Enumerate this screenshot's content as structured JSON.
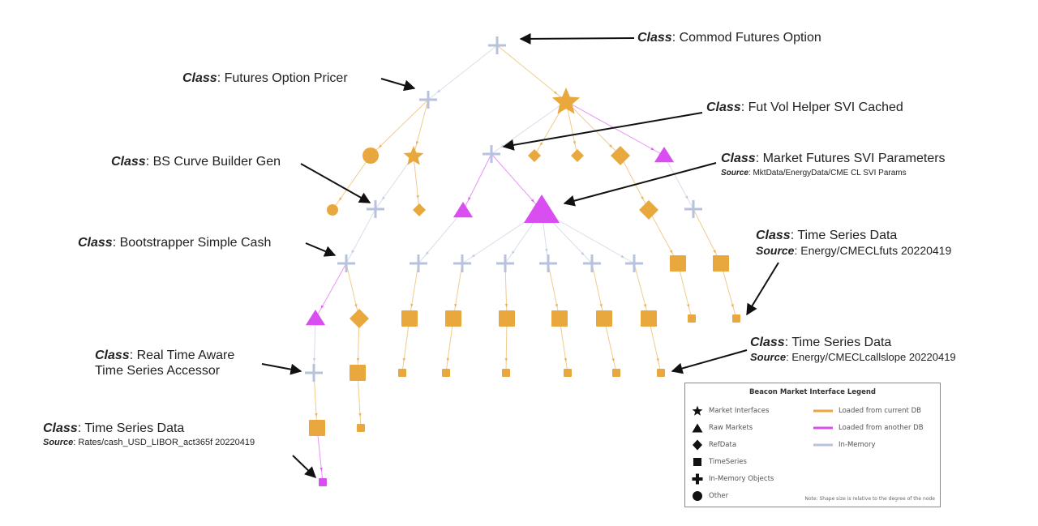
{
  "colors": {
    "current_db": "#e8a83e",
    "another_db": "#d94ef0",
    "in_memory": "#b7c2dc",
    "arrow": "#111111",
    "text": "#222222"
  },
  "nodes": [
    {
      "id": "n0",
      "shape": "plus",
      "color": "in_memory",
      "size": "large"
    },
    {
      "id": "n1",
      "shape": "plus",
      "color": "in_memory",
      "size": "large"
    },
    {
      "id": "n2",
      "shape": "star",
      "color": "current_db",
      "size": "xlarge"
    },
    {
      "id": "n3",
      "shape": "circle",
      "color": "current_db",
      "size": "medium"
    },
    {
      "id": "n4",
      "shape": "star",
      "color": "current_db",
      "size": "medium"
    },
    {
      "id": "n5",
      "shape": "plus",
      "color": "in_memory",
      "size": "large"
    },
    {
      "id": "n6",
      "shape": "diamond",
      "color": "current_db",
      "size": "small"
    },
    {
      "id": "n7",
      "shape": "diamond",
      "color": "current_db",
      "size": "small"
    },
    {
      "id": "n8",
      "shape": "diamond",
      "color": "current_db",
      "size": "medium"
    },
    {
      "id": "n9",
      "shape": "triangle",
      "color": "another_db",
      "size": "medium"
    },
    {
      "id": "n10",
      "shape": "circle",
      "color": "current_db",
      "size": "small"
    },
    {
      "id": "n11",
      "shape": "plus",
      "color": "in_memory",
      "size": "large"
    },
    {
      "id": "n12",
      "shape": "diamond",
      "color": "current_db",
      "size": "small"
    },
    {
      "id": "n13",
      "shape": "triangle",
      "color": "another_db",
      "size": "medium"
    },
    {
      "id": "n14",
      "shape": "triangle",
      "color": "another_db",
      "size": "xlarge"
    },
    {
      "id": "n15",
      "shape": "diamond",
      "color": "current_db",
      "size": "medium"
    },
    {
      "id": "n16",
      "shape": "plus",
      "color": "in_memory",
      "size": "large"
    },
    {
      "id": "n17",
      "shape": "plus",
      "color": "in_memory",
      "size": "large"
    },
    {
      "id": "n18",
      "shape": "plus",
      "color": "in_memory",
      "size": "large"
    },
    {
      "id": "n19",
      "shape": "plus",
      "color": "in_memory",
      "size": "large"
    },
    {
      "id": "n20",
      "shape": "plus",
      "color": "in_memory",
      "size": "large"
    },
    {
      "id": "n21",
      "shape": "plus",
      "color": "in_memory",
      "size": "large"
    },
    {
      "id": "n22",
      "shape": "plus",
      "color": "in_memory",
      "size": "large"
    },
    {
      "id": "n23",
      "shape": "plus",
      "color": "in_memory",
      "size": "large"
    },
    {
      "id": "n24",
      "shape": "square",
      "color": "current_db",
      "size": "medium"
    },
    {
      "id": "n25",
      "shape": "square",
      "color": "current_db",
      "size": "medium"
    },
    {
      "id": "n26",
      "shape": "triangle",
      "color": "another_db",
      "size": "medium"
    },
    {
      "id": "n27",
      "shape": "diamond",
      "color": "current_db",
      "size": "medium"
    },
    {
      "id": "n28",
      "shape": "square",
      "color": "current_db",
      "size": "medium"
    },
    {
      "id": "n29",
      "shape": "square",
      "color": "current_db",
      "size": "medium"
    },
    {
      "id": "n30",
      "shape": "square",
      "color": "current_db",
      "size": "medium"
    },
    {
      "id": "n31",
      "shape": "square",
      "color": "current_db",
      "size": "medium"
    },
    {
      "id": "n32",
      "shape": "square",
      "color": "current_db",
      "size": "medium"
    },
    {
      "id": "n33",
      "shape": "square",
      "color": "current_db",
      "size": "medium"
    },
    {
      "id": "n34",
      "shape": "square",
      "color": "current_db",
      "size": "small"
    },
    {
      "id": "n35",
      "shape": "square",
      "color": "current_db",
      "size": "small"
    },
    {
      "id": "n36",
      "shape": "plus",
      "color": "in_memory",
      "size": "large"
    },
    {
      "id": "n37",
      "shape": "square",
      "color": "current_db",
      "size": "medium"
    },
    {
      "id": "n38",
      "shape": "square",
      "color": "current_db",
      "size": "small"
    },
    {
      "id": "n39",
      "shape": "square",
      "color": "current_db",
      "size": "small"
    },
    {
      "id": "n40",
      "shape": "square",
      "color": "current_db",
      "size": "small"
    },
    {
      "id": "n41",
      "shape": "square",
      "color": "current_db",
      "size": "small"
    },
    {
      "id": "n42",
      "shape": "square",
      "color": "current_db",
      "size": "small"
    },
    {
      "id": "n43",
      "shape": "square",
      "color": "current_db",
      "size": "small"
    },
    {
      "id": "n44",
      "shape": "square",
      "color": "current_db",
      "size": "small"
    },
    {
      "id": "n45",
      "shape": "square",
      "color": "current_db",
      "size": "medium"
    },
    {
      "id": "n46",
      "shape": "square",
      "color": "current_db",
      "size": "small"
    },
    {
      "id": "n47",
      "shape": "square",
      "color": "another_db",
      "size": "small"
    }
  ],
  "edges": [
    {
      "from": "n0",
      "to": "n1",
      "color": "in_memory"
    },
    {
      "from": "n0",
      "to": "n2",
      "color": "current_db"
    },
    {
      "from": "n1",
      "to": "n3",
      "color": "current_db"
    },
    {
      "from": "n1",
      "to": "n4",
      "color": "current_db"
    },
    {
      "from": "n2",
      "to": "n5",
      "color": "in_memory"
    },
    {
      "from": "n2",
      "to": "n6",
      "color": "current_db"
    },
    {
      "from": "n2",
      "to": "n7",
      "color": "current_db"
    },
    {
      "from": "n2",
      "to": "n8",
      "color": "current_db"
    },
    {
      "from": "n2",
      "to": "n9",
      "color": "another_db"
    },
    {
      "from": "n3",
      "to": "n10",
      "color": "current_db"
    },
    {
      "from": "n4",
      "to": "n11",
      "color": "in_memory"
    },
    {
      "from": "n4",
      "to": "n12",
      "color": "current_db"
    },
    {
      "from": "n5",
      "to": "n13",
      "color": "another_db"
    },
    {
      "from": "n5",
      "to": "n14",
      "color": "another_db"
    },
    {
      "from": "n8",
      "to": "n15",
      "color": "current_db"
    },
    {
      "from": "n9",
      "to": "n16",
      "color": "in_memory"
    },
    {
      "from": "n11",
      "to": "n17",
      "color": "in_memory"
    },
    {
      "from": "n13",
      "to": "n18",
      "color": "in_memory"
    },
    {
      "from": "n14",
      "to": "n19",
      "color": "in_memory"
    },
    {
      "from": "n14",
      "to": "n20",
      "color": "in_memory"
    },
    {
      "from": "n14",
      "to": "n21",
      "color": "in_memory"
    },
    {
      "from": "n14",
      "to": "n22",
      "color": "in_memory"
    },
    {
      "from": "n14",
      "to": "n23",
      "color": "in_memory"
    },
    {
      "from": "n15",
      "to": "n24",
      "color": "current_db"
    },
    {
      "from": "n16",
      "to": "n25",
      "color": "current_db"
    },
    {
      "from": "n17",
      "to": "n26",
      "color": "another_db"
    },
    {
      "from": "n17",
      "to": "n27",
      "color": "current_db"
    },
    {
      "from": "n18",
      "to": "n28",
      "color": "current_db"
    },
    {
      "from": "n19",
      "to": "n29",
      "color": "current_db"
    },
    {
      "from": "n20",
      "to": "n30",
      "color": "current_db"
    },
    {
      "from": "n21",
      "to": "n31",
      "color": "current_db"
    },
    {
      "from": "n22",
      "to": "n32",
      "color": "current_db"
    },
    {
      "from": "n23",
      "to": "n33",
      "color": "current_db"
    },
    {
      "from": "n24",
      "to": "n34",
      "color": "current_db"
    },
    {
      "from": "n25",
      "to": "n35",
      "color": "current_db"
    },
    {
      "from": "n26",
      "to": "n36",
      "color": "in_memory"
    },
    {
      "from": "n27",
      "to": "n37",
      "color": "current_db"
    },
    {
      "from": "n28",
      "to": "n38",
      "color": "current_db"
    },
    {
      "from": "n29",
      "to": "n39",
      "color": "current_db"
    },
    {
      "from": "n30",
      "to": "n40",
      "color": "current_db"
    },
    {
      "from": "n31",
      "to": "n41",
      "color": "current_db"
    },
    {
      "from": "n32",
      "to": "n42",
      "color": "current_db"
    },
    {
      "from": "n33",
      "to": "n43",
      "color": "current_db"
    },
    {
      "from": "n36",
      "to": "n45",
      "color": "current_db"
    },
    {
      "from": "n37",
      "to": "n46",
      "color": "current_db"
    },
    {
      "from": "n45",
      "to": "n47",
      "color": "another_db"
    }
  ],
  "annotations": [
    {
      "id": "a0",
      "prefix": "Class",
      "class_name": "Commod Futures Option",
      "source_prefix": "",
      "source": "",
      "target": "n0"
    },
    {
      "id": "a1",
      "prefix": "Class",
      "class_name": "Futures Option Pricer",
      "source_prefix": "",
      "source": "",
      "target": "n1"
    },
    {
      "id": "a2",
      "prefix": "Class",
      "class_name": "Fut Vol Helper SVI Cached",
      "source_prefix": "",
      "source": "",
      "target": "n5"
    },
    {
      "id": "a3",
      "prefix": "Class",
      "class_name": "BS Curve Builder Gen",
      "source_prefix": "",
      "source": "",
      "target": "n11"
    },
    {
      "id": "a4",
      "prefix": "Class",
      "class_name": "Market Futures SVI Parameters",
      "source_prefix": "Source",
      "source": "MktData/EnergyData/CME CL SVI Params",
      "target": "n14"
    },
    {
      "id": "a5",
      "prefix": "Class",
      "class_name": "Bootstrapper Simple Cash",
      "source_prefix": "",
      "source": "",
      "target": "n17"
    },
    {
      "id": "a6",
      "prefix": "Class",
      "class_name": "Time Series Data",
      "source_prefix": "Source",
      "source": "Energy/CMECLfuts 20220419",
      "target": "n35"
    },
    {
      "id": "a7",
      "prefix": "Class",
      "class_name": "Time Series Data",
      "source_prefix": "Source",
      "source": "Energy/CMECLcallslope 20220419",
      "target": "n43"
    },
    {
      "id": "a8",
      "prefix": "Class",
      "class_name": "Real Time Aware",
      "class_name_line2": "Time Series Accessor",
      "source_prefix": "",
      "source": "",
      "target": "n36"
    },
    {
      "id": "a9",
      "prefix": "Class",
      "class_name": "Time Series Data",
      "source_prefix": "Source",
      "source": "Rates/cash_USD_LIBOR_act365f 20220419",
      "target": "n47"
    }
  ],
  "legend": {
    "title": "Beacon Market Interface Legend",
    "shapes": [
      {
        "icon": "star-icon",
        "label": "Market Interfaces"
      },
      {
        "icon": "triangle-icon",
        "label": "Raw Markets"
      },
      {
        "icon": "diamond-icon",
        "label": "RefData"
      },
      {
        "icon": "square-icon",
        "label": "TimeSeries"
      },
      {
        "icon": "plus-icon",
        "label": "In-Memory Objects"
      },
      {
        "icon": "circle-icon",
        "label": "Other"
      }
    ],
    "lines": [
      {
        "color_key": "current_db",
        "label": "Loaded from current DB"
      },
      {
        "color_key": "another_db",
        "label": "Loaded from another DB"
      },
      {
        "color_key": "in_memory",
        "label": "In-Memory"
      }
    ],
    "note": "Note: Shape size is relative to the degree of the node"
  }
}
